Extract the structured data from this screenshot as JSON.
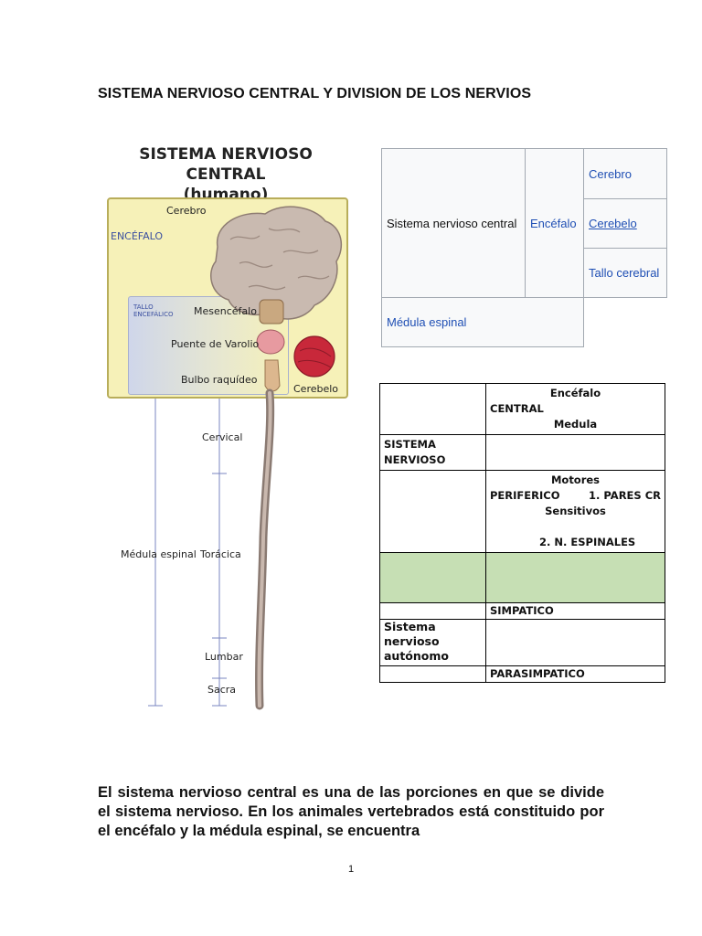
{
  "page": {
    "title": "SISTEMA NERVIOSO CENTRAL Y DIVISION DE LOS NERVIOS",
    "page_number": "1"
  },
  "figure": {
    "title_line1": "SISTEMA NERVIOSO CENTRAL",
    "title_line2": "(humano)",
    "labels": {
      "cerebro": "Cerebro",
      "encefalo": "ENCÉFALO",
      "tallo_line1": "TALLO",
      "tallo_line2": "ENCEFÁLICO",
      "mesencefalo": "Mesencéfalo",
      "puente": "Puente de Varolio",
      "bulbo": "Bulbo raquídeo",
      "cerebelo": "Cerebelo",
      "cervical": "Cervical",
      "medula": "Médula espinal",
      "toracica": "Torácica",
      "lumbar": "Lumbar",
      "sacra": "Sacra"
    },
    "colors": {
      "brain": "#c8b8ae",
      "cerebellum": "#c8283a",
      "box": "#f6f1b8",
      "spine": "#8a7a72"
    }
  },
  "table1": {
    "root": "Sistema nervioso central",
    "encefalo": "Encéfalo",
    "cerebro": "Cerebro",
    "cerebelo": "Cerebelo",
    "tallo": "Tallo cerebral",
    "medula": "Médula espinal"
  },
  "table2": {
    "r1_encefalo": "Encéfalo",
    "r1_central": "CENTRAL",
    "r1_medula": "Medula",
    "r2_sistema": "SISTEMA NERVIOSO",
    "r3_motores": "Motores",
    "r3_periferico": "PERIFERICO",
    "r3_pares": "1. PARES CR",
    "r3_sensitivos": "Sensitivos",
    "r3_espinales": "2.    N. ESPINALES",
    "r5_simpatico": "SIMPATICO",
    "r6_autonomo": "Sistema nervioso autónomo",
    "r7_parasimpatico": "PARASIMPATICO"
  },
  "paragraph": "El sistema nervioso central es una de las porciones en que se divide el sistema nervioso. En los animales vertebrados está constituido por el encéfalo y la médula espinal, se encuentra"
}
